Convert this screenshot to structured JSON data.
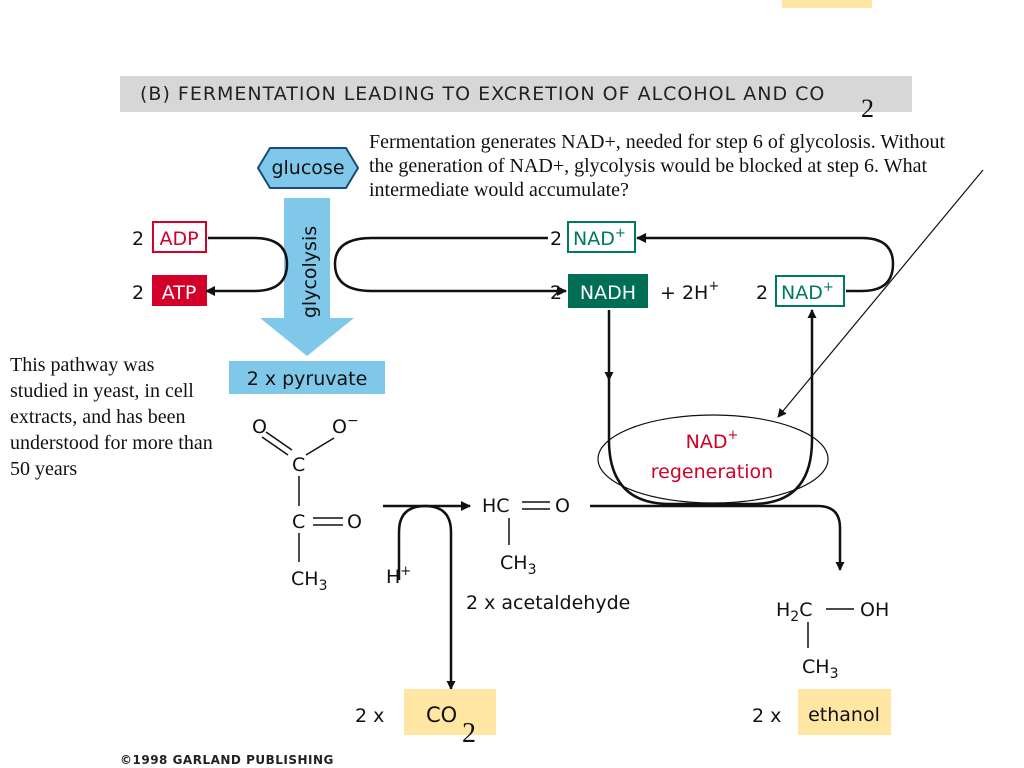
{
  "banner": {
    "title": "(B)  FERMENTATION LEADING TO EXCRETION OF ALCOHOL AND CO",
    "subscript": "2"
  },
  "annotation": {
    "text": "Fermentation generates NAD+, needed for step 6 of glycolosis.  Without the generation of NAD+, glycolysis would be blocked at step 6.  What intermediate would accumulate?"
  },
  "side_note": {
    "text": "This pathway was studied in yeast, in cell extracts, and has been understood for more than 50 years"
  },
  "diagram": {
    "glucose": "glucose",
    "glycolysis": "glycolysis",
    "pyruvate": "2 x pyruvate",
    "adp_count": "2",
    "adp": "ADP",
    "atp_count": "2",
    "atp": "ATP",
    "nad_top_count": "2",
    "nad": "NAD",
    "plus_sup": "+",
    "nadh_count": "2",
    "nadh": "NADH",
    "plus_2h": "+ 2H",
    "nad_right_count": "2",
    "regen_line1": "NAD",
    "regen_line2": "regeneration",
    "pyr_o1": "O",
    "pyr_o2": "O",
    "pyr_minus": "−",
    "pyr_c1": "C",
    "pyr_c2": "C",
    "pyr_o3": "O",
    "pyr_ch3": "CH",
    "sub3": "3",
    "h_plus": "H",
    "acet_hc": "HC",
    "acet_o": "O",
    "acet_ch3": "CH",
    "acetaldehyde": "2 x acetaldehyde",
    "eth_h2c_h": "H",
    "eth_h2c_2": "2",
    "eth_h2c_c": "C",
    "eth_oh": "OH",
    "eth_ch3": "CH",
    "co2_count": "2 x",
    "co2": "CO",
    "co2_sub": "2",
    "ethanol_count": "2 x",
    "ethanol": "ethanol"
  },
  "copyright": "©1998  GARLAND PUBLISHING",
  "colors": {
    "red": "#d3002a",
    "teal": "#007a5e",
    "teal_dark": "#006e54",
    "blue": "#7fc8ea",
    "yellow": "#ffe6a3",
    "banner_gray": "#d7d7d7"
  }
}
